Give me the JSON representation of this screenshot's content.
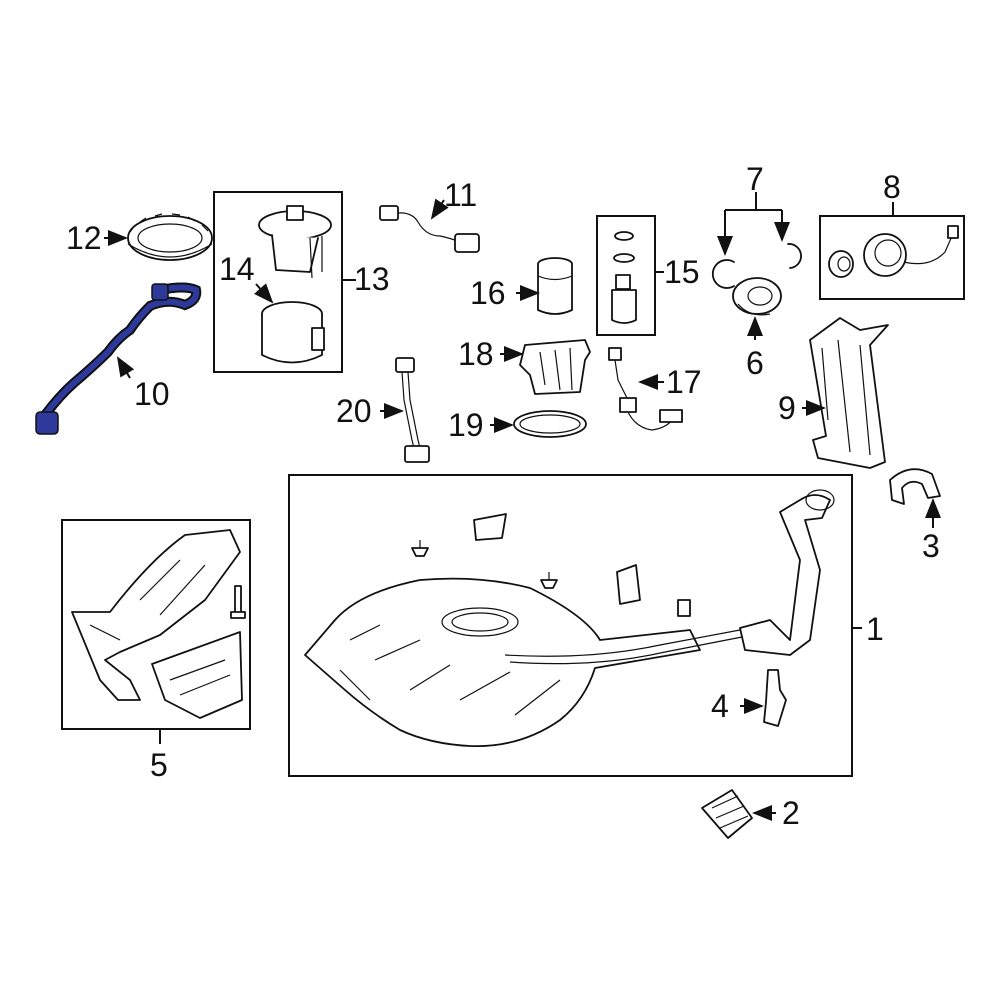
{
  "diagram": {
    "highlight_color": "#2d3a9c",
    "callouts": [
      {
        "id": "1",
        "text": "1"
      },
      {
        "id": "2",
        "text": "2"
      },
      {
        "id": "3",
        "text": "3"
      },
      {
        "id": "4",
        "text": "4"
      },
      {
        "id": "5",
        "text": "5"
      },
      {
        "id": "6",
        "text": "6"
      },
      {
        "id": "7",
        "text": "7"
      },
      {
        "id": "8",
        "text": "8"
      },
      {
        "id": "9",
        "text": "9"
      },
      {
        "id": "10",
        "text": "10"
      },
      {
        "id": "11",
        "text": "11"
      },
      {
        "id": "12",
        "text": "12"
      },
      {
        "id": "13",
        "text": "13"
      },
      {
        "id": "14",
        "text": "14"
      },
      {
        "id": "15",
        "text": "15"
      },
      {
        "id": "16",
        "text": "16"
      },
      {
        "id": "17",
        "text": "17"
      },
      {
        "id": "18",
        "text": "18"
      },
      {
        "id": "19",
        "text": "19"
      },
      {
        "id": "20",
        "text": "20"
      }
    ]
  }
}
